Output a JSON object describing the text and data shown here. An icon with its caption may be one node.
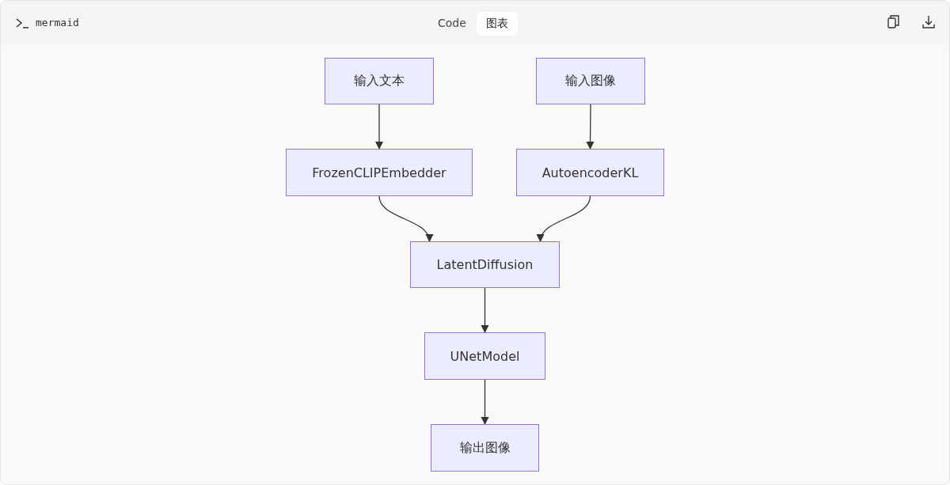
{
  "diagram": {
    "nodes": [
      {
        "text": [
          "输入文本"
        ]
      },
      {
        "text": [
          "输入图像"
        ]
      },
      {
        "text": [
          "FrozenCLIPEmbedder"
        ]
      },
      {
        "text": [
          "AutoencoderKL"
        ]
      },
      {
        "text": [
          "LatentDiffusion"
        ]
      },
      {
        "text": [
          "UNetModel"
        ]
      },
      {
        "text": [
          "输出图像"
        ]
      }
    ],
    "edges": [
      {
        "from": 0,
        "to": 2,
        "arrow": "to"
      },
      {
        "from": 1,
        "to": 3,
        "arrow": "to"
      },
      {
        "from": 2,
        "to": 4,
        "arrow": "to"
      },
      {
        "from": 3,
        "to": 4,
        "arrow": "to"
      },
      {
        "from": 4,
        "to": 5,
        "arrow": "to"
      },
      {
        "from": 5,
        "to": 6,
        "arrow": "to"
      }
    ],
    "labels": [
      "mermaid",
      "Code",
      "图表"
    ]
  }
}
